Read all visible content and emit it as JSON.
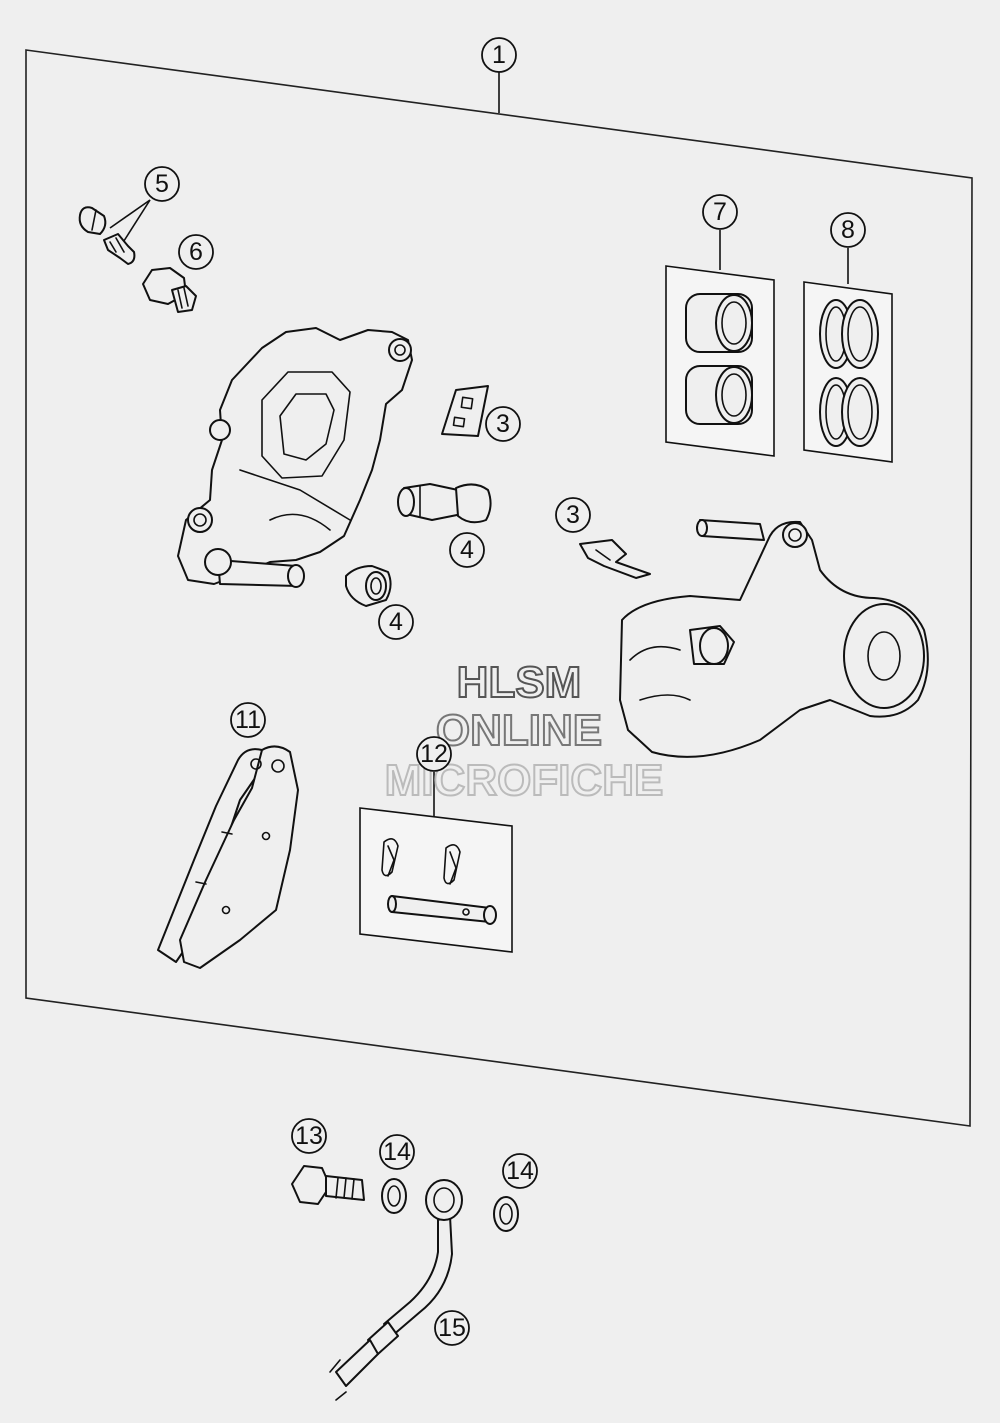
{
  "diagram": {
    "callouts": {
      "c1": "1",
      "c3a": "3",
      "c3b": "3",
      "c4a": "4",
      "c4b": "4",
      "c5": "5",
      "c6": "6",
      "c7": "7",
      "c8": "8",
      "c11": "11",
      "c12": "12",
      "c13": "13",
      "c14a": "14",
      "c14b": "14",
      "c15": "15"
    },
    "watermark": {
      "line1": "HLSM",
      "line2": "ONLINE",
      "line3": "MICROFICHE"
    }
  }
}
